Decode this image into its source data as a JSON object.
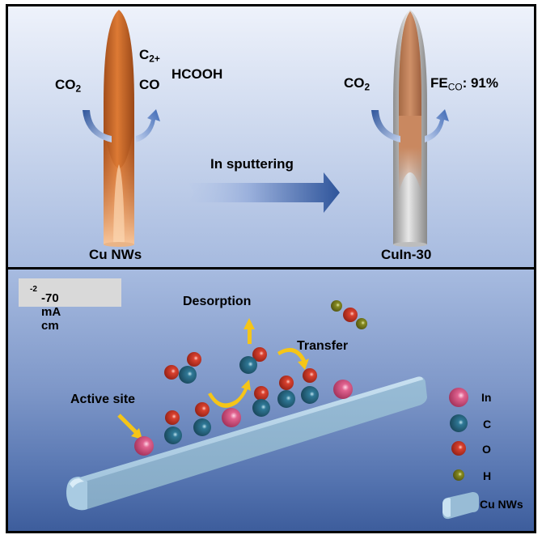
{
  "top_panel": {
    "left_wire": {
      "label": "Cu NWs",
      "reactant": "CO2",
      "products": [
        "C2+",
        "CO",
        "HCOOH"
      ]
    },
    "process_arrow": {
      "label": "In sputtering"
    },
    "right_wire": {
      "label": "CuIn-30",
      "reactant": "CO2",
      "product_metric": {
        "name": "FE",
        "subscript": "CO",
        "value": "91%"
      }
    }
  },
  "bottom_panel": {
    "current_density": {
      "value": "-70 mA cm",
      "exponent": "-2"
    },
    "annotations": {
      "active_site": "Active site",
      "desorption": "Desorption",
      "transfer": "Transfer"
    },
    "legend": [
      {
        "symbol": "In",
        "color": "#d0527f"
      },
      {
        "symbol": "C",
        "color": "#2a6a84"
      },
      {
        "symbol": "O",
        "color": "#d23a2a"
      },
      {
        "symbol": "H",
        "color": "#7a7d1c"
      },
      {
        "symbol": "Cu NWs",
        "color": "#9cc2dc"
      }
    ]
  },
  "colors": {
    "arrow_yellow": "#f5c518",
    "arrow_blue": "#2f559b",
    "copper": "#c8682a",
    "nanowire": "#9cc2dc"
  }
}
